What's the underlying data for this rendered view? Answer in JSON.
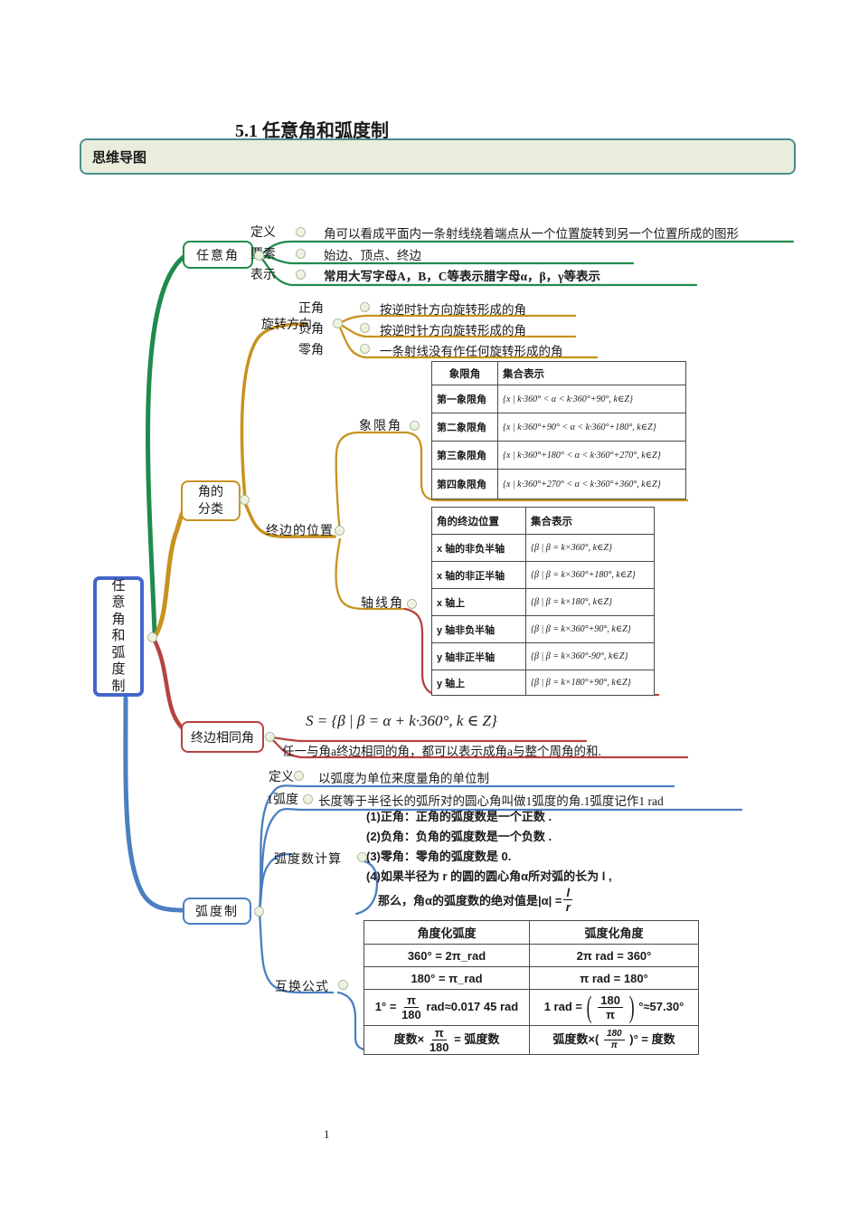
{
  "page": {
    "title": "5.1 任意角和弧度制",
    "section_header": "思维导图",
    "page_number": "1"
  },
  "colors": {
    "green": "#1f8b4d",
    "gold": "#c7921f",
    "red": "#b5433f",
    "blue": "#4a7fc0",
    "root_border": "#4565cb",
    "header_fill": "#e9eddb",
    "header_border": "#4a8d8d"
  },
  "root": {
    "label": "任意角和弧度制"
  },
  "renyijiao": {
    "label": "任意角",
    "dingyi": {
      "label": "定义",
      "text": "角可以看成平面内一条射线绕着端点从一个位置旋转到另一个位置所成的图形"
    },
    "yaosu": {
      "label": "要素",
      "text": "始边、顶点、终边"
    },
    "biaoshi": {
      "label": "表示",
      "text": "常用大写字母A，B，C等表示腊字母α，β，γ等表示"
    }
  },
  "fenlei": {
    "label": "角的分类",
    "xuanzhuan": {
      "label": "旋转方向",
      "zhengjiao": {
        "label": "正角",
        "text": "按逆时针方向旋转形成的角"
      },
      "fujiao": {
        "label": "负角",
        "text": "按逆时针方向旋转形成的角"
      },
      "lingjiao": {
        "label": "零角",
        "text": "一条射线没有作任何旋转形成的角"
      }
    },
    "zhongbian": {
      "label": "终边的位置",
      "xiangxianjiao": {
        "label": "象限角"
      },
      "zhouxianjiao": {
        "label": "轴线角"
      }
    }
  },
  "quadrant_table": {
    "headers": [
      "象限角",
      "集合表示"
    ],
    "rows": [
      [
        "第一象限角",
        "{x | k·360° < α < k·360°+90°, k∈Z}"
      ],
      [
        "第二象限角",
        "{x | k·360°+90° < α < k·360°+180°, k∈Z}"
      ],
      [
        "第三象限角",
        "{x | k·360°+180° < α < k·360°+270°, k∈Z}"
      ],
      [
        "第四象限角",
        "{x | k·360°+270° < α < k·360°+360°, k∈Z}"
      ]
    ]
  },
  "axis_table": {
    "headers": [
      "角的终边位置",
      "集合表示"
    ],
    "rows": [
      [
        "x 轴的非负半轴",
        "{β | β = k×360°, k∈Z}"
      ],
      [
        "x 轴的非正半轴",
        "{β | β = k×360°+180°, k∈Z}"
      ],
      [
        "x 轴上",
        "{β | β = k×180°, k∈Z}"
      ],
      [
        "y 轴非负半轴",
        "{β | β = k×360°+90°, k∈Z}"
      ],
      [
        "y 轴非正半轴",
        "{β | β = k×360°-90°, k∈Z}"
      ],
      [
        "y 轴上",
        "{β | β = k×180°+90°, k∈Z}"
      ]
    ]
  },
  "xiangtong": {
    "label": "终边相同角",
    "formula": "S = {β | β = α + k·360°, k ∈ Z}",
    "text": "任一与角a终边相同的角，都可以表示成角a与整个周角的和."
  },
  "huduzhi": {
    "label": "弧度制",
    "dingyi": {
      "label": "定义",
      "text": "以弧度为单位来度量角的单位制"
    },
    "yihudu": {
      "label": "1弧度",
      "text": "长度等于半径长的弧所对的圆心角叫做1弧度的角.1弧度记作1 rad"
    },
    "hudushu": {
      "label": "弧度数计算",
      "line1": "(1)正角：正角的弧度数是一个正数 .",
      "line2": "(2)负角：负角的弧度数是一个负数 .",
      "line3": "(3)零角：零角的弧度数是 0.",
      "line4": "(4)如果半径为 r 的圆的圆心角α所对弧的长为 l ,",
      "line5_pre": "那么，角α的弧度数的绝对值是|α| =",
      "line5_num": "l",
      "line5_den": "r"
    },
    "huhuan": {
      "label": "互换公式"
    }
  },
  "convert_table": {
    "headers": [
      "角度化弧度",
      "弧度化角度"
    ],
    "r1l": "360° = 2π_rad",
    "r1r": "2π  rad = 360°",
    "r2l": "180° = π_rad",
    "r2r": "π  rad = 180°",
    "r3l": {
      "pre": "1° =",
      "num": "π",
      "den": "180",
      "post": "rad≈0.017 45 rad"
    },
    "r3r": {
      "pre": "1 rad =",
      "lparen": "(",
      "num": "180",
      "den": "π",
      "rparen": ")",
      "post": "°≈57.30°"
    },
    "r4l": {
      "pre": "度数×",
      "num": "π",
      "den": "180",
      "post": "= 弧度数"
    },
    "r4r": {
      "pre": "弧度数×(",
      "num": "180",
      "den": "π",
      "post": ")° = 度数"
    }
  }
}
